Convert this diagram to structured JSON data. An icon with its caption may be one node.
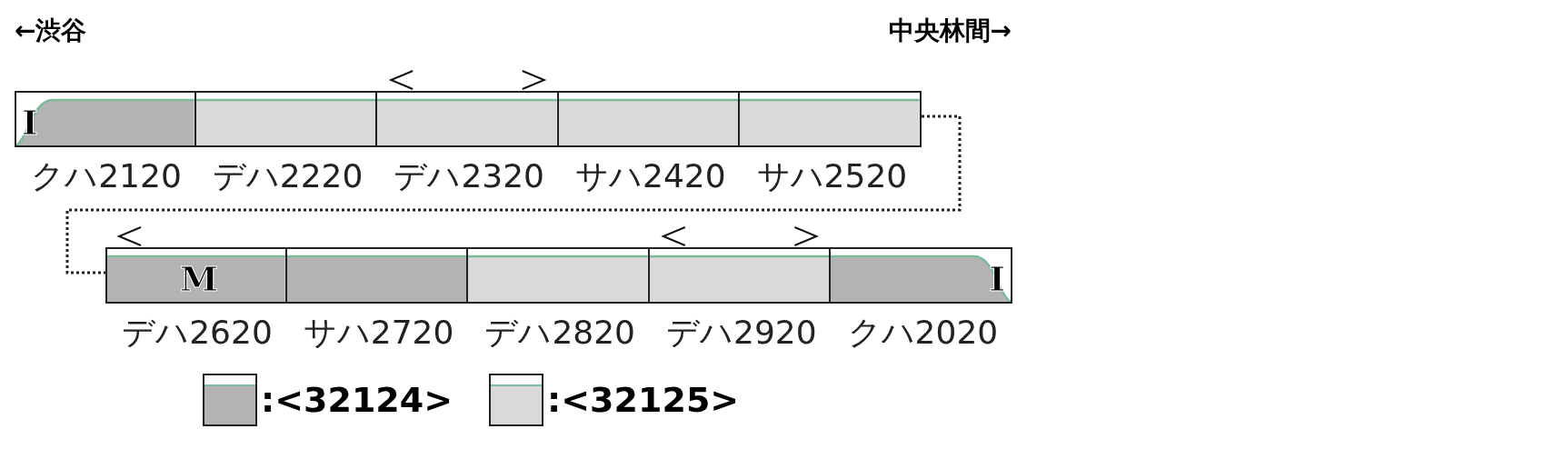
{
  "diagram": {
    "nodes": [
      {
        "text": [
          "I"
        ],
        "beside": [
          "クハ2120"
        ]
      },
      {
        "text": [],
        "shape": "box",
        "beside": [
          "デハ2220"
        ]
      },
      {
        "text": [],
        "shape": "box",
        "beside": [
          "デハ2320"
        ]
      },
      {
        "text": [],
        "shape": "box",
        "beside": [
          "サハ2420"
        ]
      },
      {
        "text": [],
        "shape": "box",
        "beside": [
          "サハ2520"
        ]
      },
      {
        "text": [
          "M"
        ],
        "beside": [
          "デハ2620"
        ]
      },
      {
        "text": [],
        "shape": "box",
        "beside": [
          "サハ2720"
        ]
      },
      {
        "text": [],
        "shape": "box",
        "beside": [
          "デハ2820"
        ]
      },
      {
        "text": [],
        "shape": "box",
        "beside": [
          "デハ2920"
        ]
      },
      {
        "text": [
          "I"
        ],
        "beside": [
          "クハ2020"
        ]
      }
    ],
    "edges": [
      {
        "from": 4,
        "to": 5,
        "arrow": "none",
        "style": "dashed"
      }
    ],
    "labels": [
      "←渋谷",
      "中央林間→"
    ],
    "legend": [
      {
        "text": ":<32124>",
        "color": "#b3b3b3"
      },
      {
        "text": ":<32125>",
        "color": "#d9d9d9"
      }
    ]
  }
}
